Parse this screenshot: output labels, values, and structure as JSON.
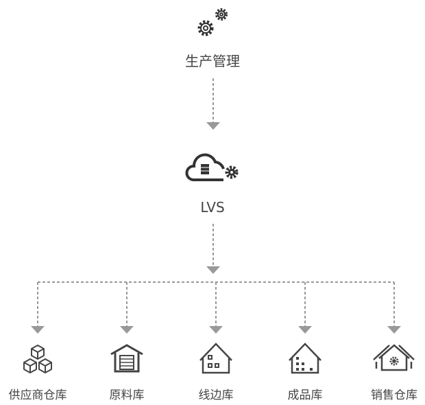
{
  "top": {
    "label": "生产管理",
    "icon": "gears-icon"
  },
  "middle": {
    "label": "LVS",
    "icon": "cloud-server-gear-icon"
  },
  "warehouses": [
    {
      "label": "供应商仓库",
      "icon": "stacked-boxes-icon"
    },
    {
      "label": "原料库",
      "icon": "garage-icon"
    },
    {
      "label": "线边库",
      "icon": "house-boxes-icon"
    },
    {
      "label": "成品库",
      "icon": "house-chart-icon"
    },
    {
      "label": "销售仓库",
      "icon": "house-gear-icon"
    }
  ],
  "colors": {
    "line": "#999999",
    "icon": "#444444",
    "text": "#444444"
  }
}
